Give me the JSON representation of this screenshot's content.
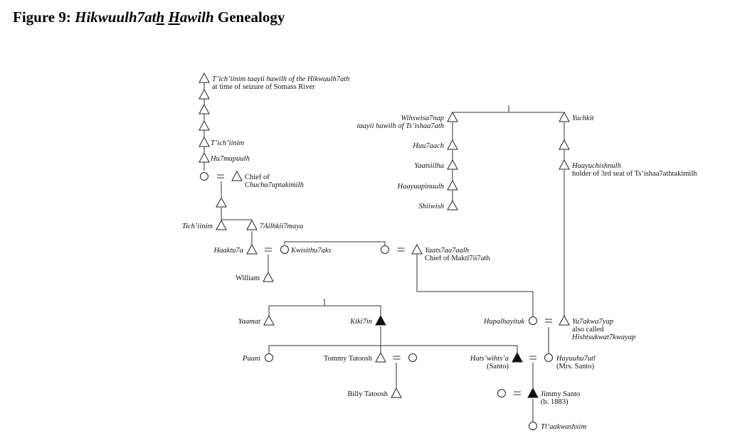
{
  "figure": {
    "label": "Figure 9:",
    "title_part1": "Hikwuulh7at",
    "title_part2": "h",
    "title_part3": " ",
    "title_part4": "H",
    "title_part5": "awilh",
    "title_part6": " Genealogy"
  },
  "people": {
    "tichiinim_taayii": {
      "sex": "male",
      "line1": "T’ich’iinim taayii hawilh of the Hikwuulh7ath",
      "line2": "at time of seizure of Somass River"
    },
    "tichiinim": {
      "sex": "male",
      "label": "T’ich’iinim"
    },
    "hu7mapuulh": {
      "sex": "male",
      "label": "Hu7mapuulh"
    },
    "woman_1": {
      "sex": "female"
    },
    "chief_chuchu": {
      "sex": "male",
      "line1": "Chief of",
      "line2": "Chuchu7uptakimilh"
    },
    "tichiinim_2": {
      "sex": "male",
      "label": "Tich’iinim"
    },
    "ailhkii7maya": {
      "sex": "male",
      "label": "7Ailhkii7maya"
    },
    "haaktu7a": {
      "sex": "male",
      "label": "Haaktu7a"
    },
    "kwisithu7aks": {
      "sex": "female",
      "label": "Kwisithu7aks"
    },
    "william": {
      "sex": "male",
      "label": "William"
    },
    "woman_2": {
      "sex": "female"
    },
    "yaats7aa7aalh": {
      "sex": "male",
      "line1": "Yaats7aa7aalh",
      "line2": "Chief of Maktl7ii7ath"
    },
    "wihswisa7nap": {
      "sex": "male",
      "line1": "Wihswisa7nap",
      "line2": "taayii hawilh of Ts’ishaa7ath"
    },
    "huu7aach": {
      "sex": "male",
      "label": "Huu7aach"
    },
    "yaatsiilha": {
      "sex": "male",
      "label": "Yaatsiilha"
    },
    "haayuupinuulh": {
      "sex": "male",
      "label": "Haayuupinuulh"
    },
    "shiiwish": {
      "sex": "male",
      "label": "Shiiwish"
    },
    "yuchkit": {
      "sex": "male",
      "label": "Yuchkit"
    },
    "unnamed_male": {
      "sex": "male"
    },
    "haayuchishnulh": {
      "sex": "male",
      "line1": "Haayuchishnulh",
      "line2": "holder of 3rd seat of Ts’ishaa7athtakimilh"
    },
    "yaamat": {
      "sex": "male",
      "label": "Yaamat"
    },
    "kiki7in": {
      "sex": "male",
      "filled": true,
      "label": "Kiki7in"
    },
    "hupalhayituk": {
      "sex": "female",
      "label": "Hupalhayituk"
    },
    "yu7akwa7yap": {
      "sex": "male",
      "line1": "Yu7akwa7yap",
      "line2": "also called",
      "line3": "Hishtsukwat7kwayap"
    },
    "puuni": {
      "sex": "female",
      "label": "Puuni"
    },
    "tommy_tatoosh": {
      "sex": "male",
      "label": "Tommy Tatoosh"
    },
    "woman_3": {
      "sex": "female"
    },
    "hatswihtsa": {
      "sex": "male",
      "filled": true,
      "line1": "Hats’wihts’a",
      "line2": "(Santo)"
    },
    "hayuuhu7utl": {
      "sex": "female",
      "line1": "Hayuuhu7utl",
      "line2": "(Mrs. Santo)"
    },
    "billy_tatoosh": {
      "sex": "male",
      "label": "Billy Tatoosh"
    },
    "woman_4": {
      "sex": "female"
    },
    "jimmy_santo": {
      "sex": "male",
      "filled": true,
      "line1": "Jimmy Santo",
      "line2": "(b. 1883)"
    },
    "tlaakwashxim": {
      "sex": "female",
      "label": "Tl’aakwashxim"
    }
  },
  "marriages": [
    [
      "woman_1",
      "chief_chuchu"
    ],
    [
      "haaktu7a",
      "kwisithu7aks"
    ],
    [
      "woman_2",
      "yaats7aa7aalh"
    ],
    [
      "hupalhayituk",
      "yu7akwa7yap"
    ],
    [
      "tommy_tatoosh",
      "woman_3"
    ],
    [
      "hatswihtsa",
      "hayuuhu7utl"
    ],
    [
      "woman_4",
      "jimmy_santo"
    ]
  ]
}
